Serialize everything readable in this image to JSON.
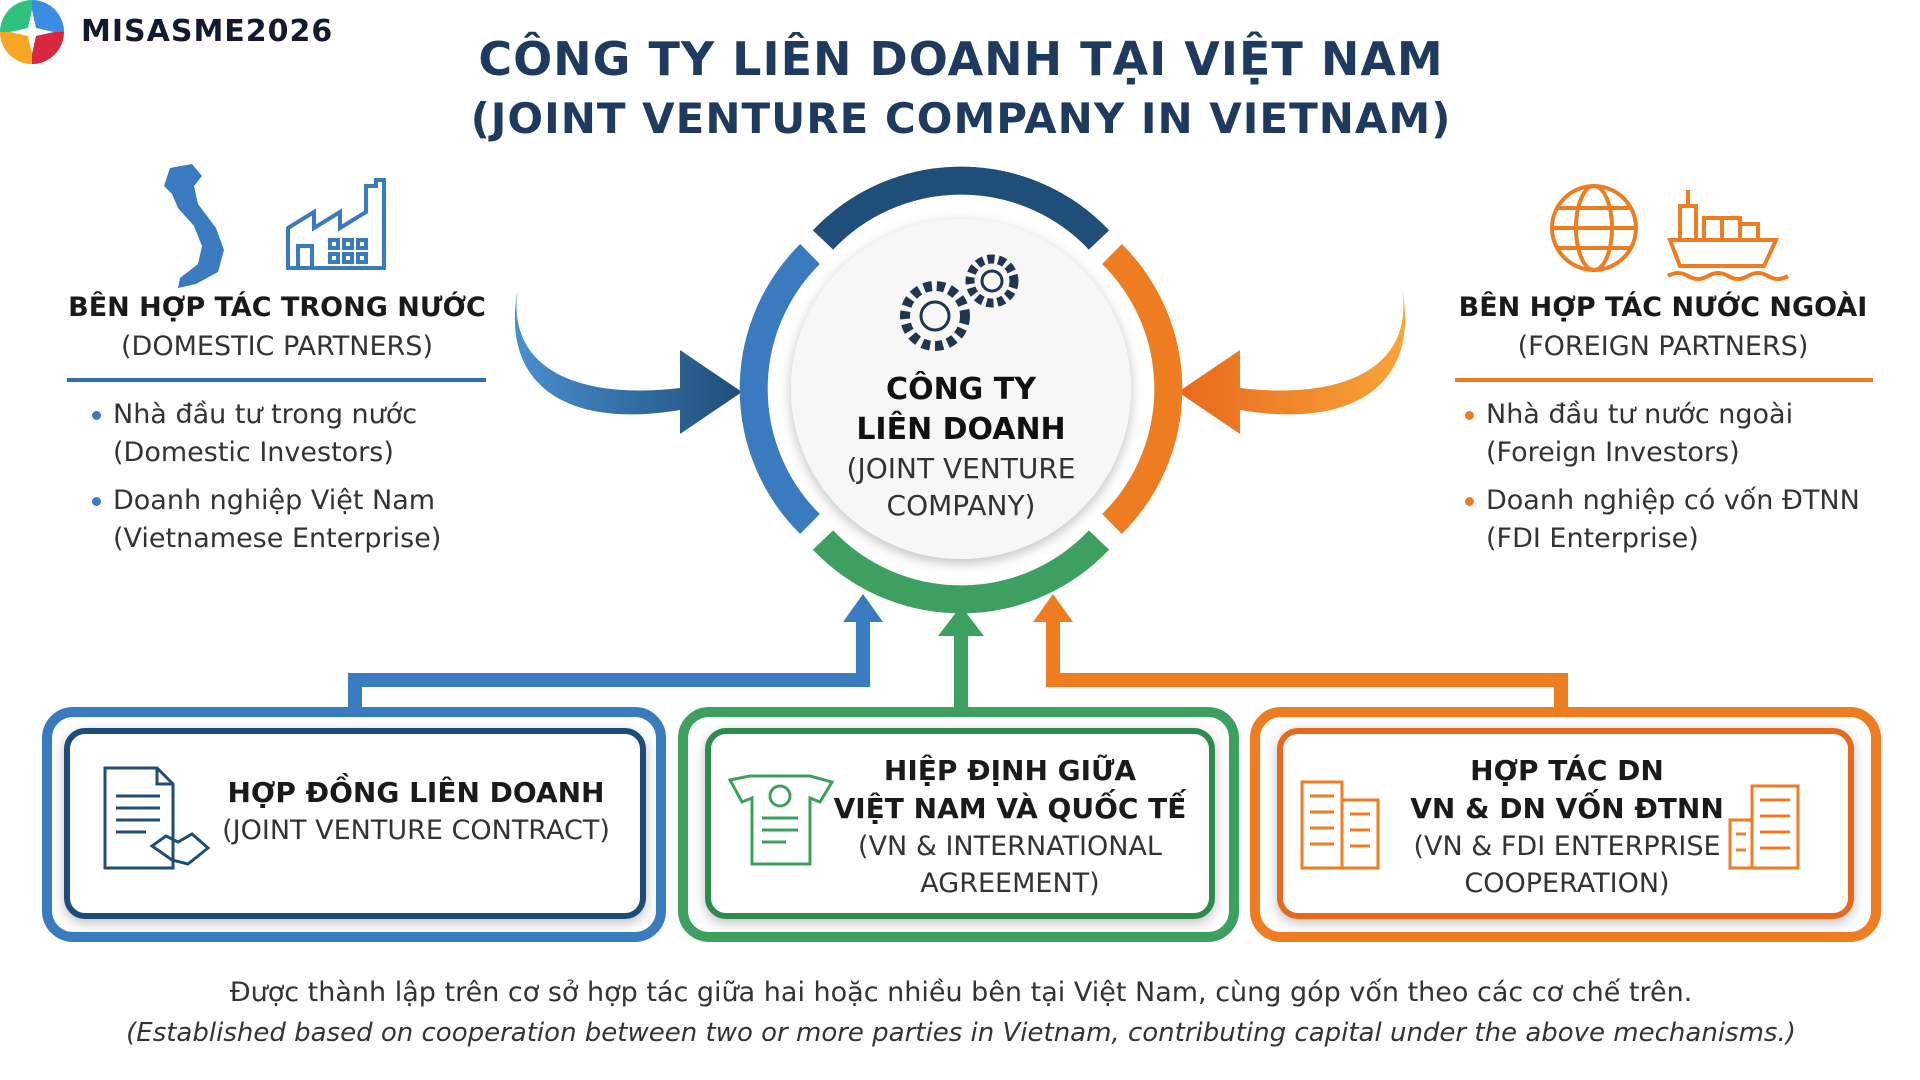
{
  "logo": {
    "text": "MISASME2026"
  },
  "title": {
    "line1": "CÔNG TY LIÊN DOANH TẠI VIỆT NAM",
    "line2": "(JOINT VENTURE COMPANY IN VIETNAM)"
  },
  "domestic": {
    "heading": "BÊN HỢP TÁC TRONG NƯỚC",
    "sub": "(DOMESTIC PARTNERS)",
    "items": [
      {
        "vi": "Nhà đầu tư trong nước",
        "en": "(Domestic Investors)"
      },
      {
        "vi": "Doanh nghiệp Việt Nam",
        "en": "(Vietnamese Enterprise)"
      }
    ]
  },
  "foreign": {
    "heading": "BÊN HỢP TÁC NƯỚC NGOÀI",
    "sub": "(FOREIGN PARTNERS)",
    "items": [
      {
        "vi": "Nhà đầu tư nước ngoài",
        "en": "(Foreign Investors)"
      },
      {
        "vi": "Doanh nghiệp có vốn ĐTNN",
        "en": "(FDI Enterprise)"
      }
    ]
  },
  "center": {
    "line1": "CÔNG TY",
    "line2": "LIÊN DOANH",
    "line3": "(JOINT VENTURE",
    "line4": "COMPANY)"
  },
  "mechanisms": [
    {
      "line1": "HỢP ĐỒNG LIÊN DOANH",
      "line2": "(JOINT VENTURE CONTRACT)"
    },
    {
      "line1": "HIỆP ĐỊNH GIỮA",
      "line2": "VIỆT NAM VÀ QUỐC TẾ",
      "line3": "(VN & INTERNATIONAL",
      "line4": "AGREEMENT)"
    },
    {
      "line1": "HỢP TÁC DN",
      "line2": "VN & DN VỐN ĐTNN",
      "line3": "(VN & FDI ENTERPRISE",
      "line4": "COOPERATION)"
    }
  ],
  "footer": {
    "vi": "Được thành lập trên cơ sở hợp tác giữa hai hoặc nhiều bên tại Việt Nam, cùng góp vốn theo các cơ chế trên.",
    "en": "(Established based on cooperation between two or more parties in Vietnam, contributing capital under the above mechanisms.)"
  },
  "colors": {
    "navy": "#1f4e79",
    "blue": "#3a7bbf",
    "orange": "#ee7d22",
    "green": "#3ea060",
    "title": "#1e3a5f"
  }
}
